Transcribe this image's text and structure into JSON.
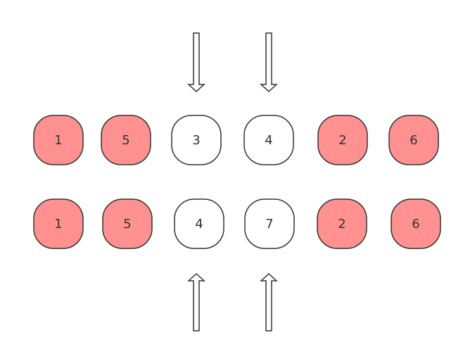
{
  "colors": {
    "highlight_fill": "#ff9191",
    "plain_fill": "#ffffff",
    "stroke": "#333333",
    "text": "#333333"
  },
  "rows": [
    {
      "nodes": [
        {
          "label": "1",
          "highlighted": true
        },
        {
          "label": "5",
          "highlighted": true
        },
        {
          "label": "3",
          "highlighted": false
        },
        {
          "label": "4",
          "highlighted": false
        },
        {
          "label": "2",
          "highlighted": true
        },
        {
          "label": "6",
          "highlighted": true
        }
      ]
    },
    {
      "nodes": [
        {
          "label": "1",
          "highlighted": true
        },
        {
          "label": "5",
          "highlighted": true
        },
        {
          "label": "4",
          "highlighted": false
        },
        {
          "label": "7",
          "highlighted": false
        },
        {
          "label": "2",
          "highlighted": true
        },
        {
          "label": "6",
          "highlighted": true
        }
      ]
    }
  ],
  "arrows": [
    {
      "direction": "down",
      "points_to": "row-0-node-2"
    },
    {
      "direction": "down",
      "points_to": "row-0-node-3"
    },
    {
      "direction": "up",
      "points_to": "row-1-node-2"
    },
    {
      "direction": "up",
      "points_to": "row-1-node-3"
    }
  ]
}
